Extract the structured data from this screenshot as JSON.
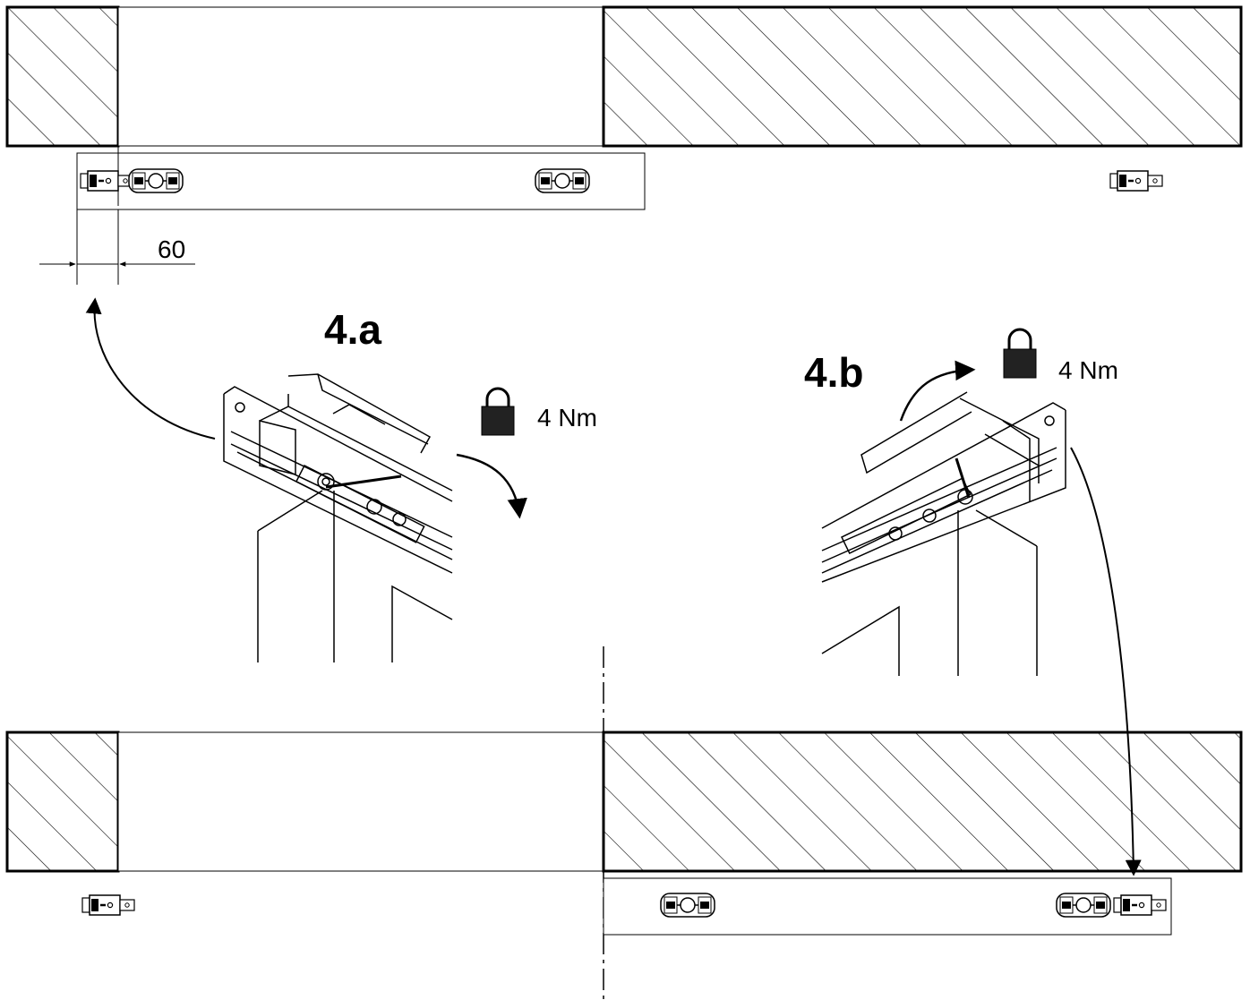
{
  "steps": {
    "a": {
      "label": "4.a",
      "torque": "4 Nm"
    },
    "b": {
      "label": "4.b",
      "torque": "4 Nm"
    }
  },
  "dimension": {
    "value": "60"
  },
  "colors": {
    "line": "#000000",
    "lock_body": "#222222",
    "background": "#ffffff"
  },
  "icons": {
    "lock": "lock-icon",
    "rotate_arrow": "rotate-arrow-icon",
    "move_arrow": "arrow-icon"
  }
}
